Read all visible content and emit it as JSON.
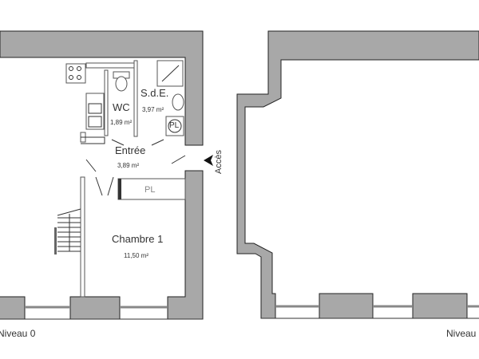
{
  "plan": {
    "levels": [
      {
        "label": "Niveau 0"
      },
      {
        "label": "Niveau"
      }
    ],
    "rooms": [
      {
        "name": "WC",
        "area": "1,89 m²"
      },
      {
        "name": "S.d.E.",
        "area": "3,97 m²"
      },
      {
        "name": "Entrée",
        "area": "3,89 m²"
      },
      {
        "name": "Chambre 1",
        "area": "11,50 m²"
      }
    ],
    "closets": [
      "PL",
      "PL"
    ],
    "access_label": "Accès",
    "colors": {
      "wall": "#a8a8a8",
      "line": "#222222",
      "background": "#ffffff"
    }
  }
}
